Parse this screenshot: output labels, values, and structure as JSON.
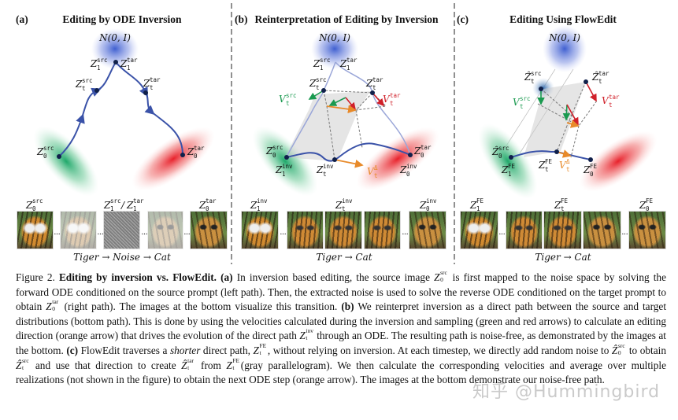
{
  "panels": {
    "a": {
      "tag": "(a)",
      "title": "Editing by ODE Inversion",
      "strip_caption": "Tiger → Noise → Cat"
    },
    "b": {
      "tag": "(b)",
      "title": "Reinterpretation of Editing by Inversion",
      "strip_caption": "Tiger → Cat"
    },
    "c": {
      "tag": "(c)",
      "title": "Editing Using FlowEdit",
      "strip_caption": "Tiger → Cat"
    }
  },
  "noise_label": "N(0, I)",
  "z": {
    "base": "Z",
    "hat": "Ẑ",
    "V": "V",
    "src": "src",
    "tar": "tar",
    "inv": "inv",
    "FE": "FE",
    "delta": "Δ",
    "s0": "0",
    "s1": "1",
    "st": "t",
    "slash": "/"
  },
  "ellipsis": "···",
  "colors": {
    "source": "#1a9a50",
    "target": "#d0202a",
    "edit_direction": "#e88a2a",
    "path": "#3a52a8",
    "noise": "#3f5fd0"
  },
  "caption": {
    "fig": "Figure 2.",
    "bold_title": "Editing by inversion vs. FlowEdit.",
    "a": "(a)",
    "t1": " In inversion based editing, the source image ",
    "t2": " is first mapped to the noise space by solving the forward ODE conditioned on the source prompt (left path). Then, the extracted noise is used to solve the reverse ODE conditioned on the target prompt to obtain ",
    "t3": " (right path). The images at the bottom visualize this transition. ",
    "b": "(b)",
    "t4": " We reinterpret inversion as a direct path between the source and target distributions (bottom path). This is done by using the velocities calculated during the inversion and sampling (green and red arrows) to calculate an editing direction (orange arrow) that drives the evolution of the direct path ",
    "t5": " through an ODE. The resulting path is noise-free, as demonstrated by the images at the bottom. ",
    "c": "(c)",
    "t6": " FlowEdit traverses a ",
    "shorter": "shorter",
    "t7": " direct path, ",
    "t8": ", without relying on inversion. At each timestep, we directly add random noise to ",
    "t9": " to obtain ",
    "t10": " and use that direction to create ",
    "t11": " from ",
    "t12": "(gray parallelogram). We then calculate the corresponding velocities and average over multiple realizations (not shown in the figure) to obtain the next ODE step (orange arrow). The images at the bottom demonstrate our noise-free path."
  },
  "watermark": "知乎 @Hummingbird"
}
